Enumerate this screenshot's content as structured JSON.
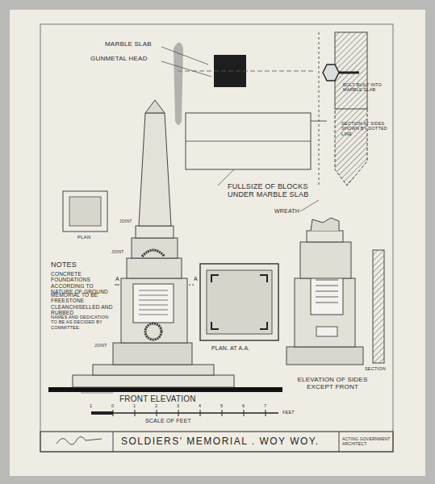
{
  "diagram": {
    "title": "SOLDIERS' MEMORIAL . WOY WOY.",
    "labels": [
      "MARBLE SLAB",
      "GUNMETAL HEAD",
      "FULLSIZE OF BLOCKS UNDER MARBLE SLAB",
      "BOLT BUILT INTO MARBLE SLAB",
      "SECTION AT SIDES SHOWN BY DOTTED LINE",
      "WREATH",
      "PLAN",
      "JOINT",
      "JOINT",
      "NOTES",
      "CONCRETE FOUNDATIONS ACCORDING TO NATURE OF GROUND",
      "MEMORIAL TO BE FREESTONE CLEANCHISELLED AND RUBBED",
      "A",
      "A",
      "NAMES AND DEDICATION TO BE AS DECIDED BY COMMITTEE.",
      "JOINT",
      "PLAN. AT A.A.",
      "ELEVATION OF SIDES EXCEPT FRONT",
      "SECTION",
      "FRONT ELEVATION",
      "SCALE OF FEET",
      "FEET",
      "1",
      "0",
      "1",
      "2",
      "3",
      "4",
      "5",
      "6",
      "7",
      "ACTING GOVERNMENT ARCHITECT"
    ]
  }
}
